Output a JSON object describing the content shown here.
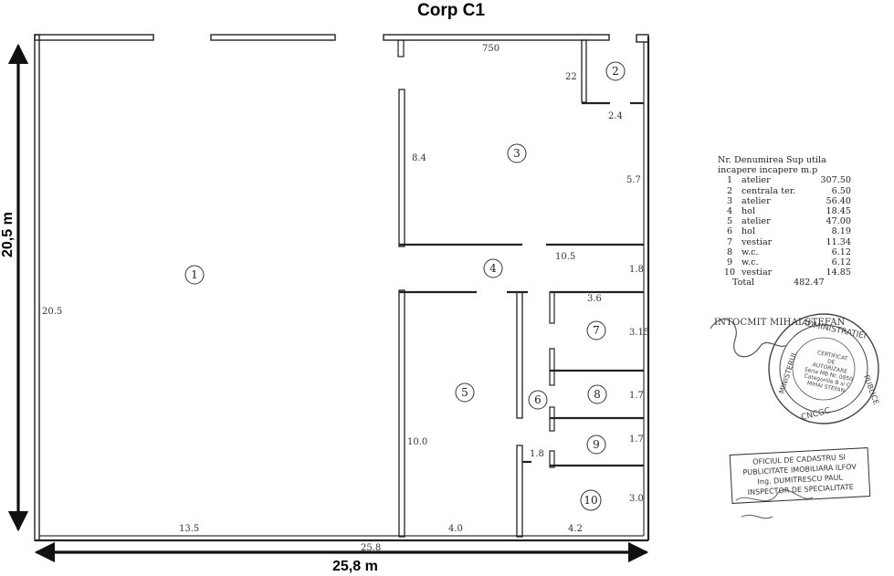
{
  "title": "Corp C1",
  "dimensions": {
    "height": "20,5 m",
    "width": "25,8 m"
  },
  "rooms": [
    {
      "id": "1"
    },
    {
      "id": "2"
    },
    {
      "id": "3"
    },
    {
      "id": "4"
    },
    {
      "id": "5"
    },
    {
      "id": "6"
    },
    {
      "id": "7"
    },
    {
      "id": "8"
    },
    {
      "id": "9"
    },
    {
      "id": "10"
    }
  ],
  "handwritten_dims": {
    "d750": "750",
    "d22": "22",
    "d24": "2.4",
    "d840": "8.4",
    "d570": "5.7",
    "d1050": "10.5",
    "d1_8": "1.8",
    "d360": "3.6",
    "d315": "3.15",
    "d170": "1.7",
    "d1_7b": "1.7",
    "d300": "3.0",
    "d2050": "20.5",
    "d1000": "10.0",
    "d1_8b": "1.8",
    "d1350": "13.5",
    "d400": "4.0",
    "d420": "4.2",
    "d2580": "25.8"
  },
  "legend": {
    "header_line1": "Nr.   Denumirea   Sup utila",
    "header_line2": "incapere  incapere    m.p",
    "rows": [
      {
        "nr": "1",
        "name": "atelier",
        "area": "307.50"
      },
      {
        "nr": "2",
        "name": "centrala ter.",
        "area": "6.50"
      },
      {
        "nr": "3",
        "name": "atelier",
        "area": "56.40"
      },
      {
        "nr": "4",
        "name": "hol",
        "area": "18.45"
      },
      {
        "nr": "5",
        "name": "atelier",
        "area": "47.00"
      },
      {
        "nr": "6",
        "name": "hol",
        "area": "8.19"
      },
      {
        "nr": "7",
        "name": "vestiar",
        "area": "11.34"
      },
      {
        "nr": "8",
        "name": "w.c.",
        "area": "6.12"
      },
      {
        "nr": "9",
        "name": "w.c.",
        "area": "6.12"
      },
      {
        "nr": "10",
        "name": "vestiar",
        "area": "14.85"
      }
    ],
    "total_label": "Total",
    "total_value": "482.47"
  },
  "drafter": "INTOCMIT MIHAI STEFAN",
  "seal": {
    "ring_top": "ADMINISTRATIEI",
    "ring_left": "MINISTERUL",
    "ring_right": "PUBLICE",
    "ring_bottom": "CNCGC",
    "inner": [
      "CERTIFICAT",
      "DE",
      "AUTORIZARE",
      "Seria MB Nr. 0850",
      "Categoriile B si C",
      "MIHAI STEFAN"
    ]
  },
  "stamp": {
    "line1": "OFICIUL DE CADASTRU SI",
    "line2": "PUBLICITATE IMOBILIARA ILFOV",
    "line3": "Ing. DUMITRESCU PAUL",
    "line4": "INSPECTOR DE SPECIALITATE"
  }
}
